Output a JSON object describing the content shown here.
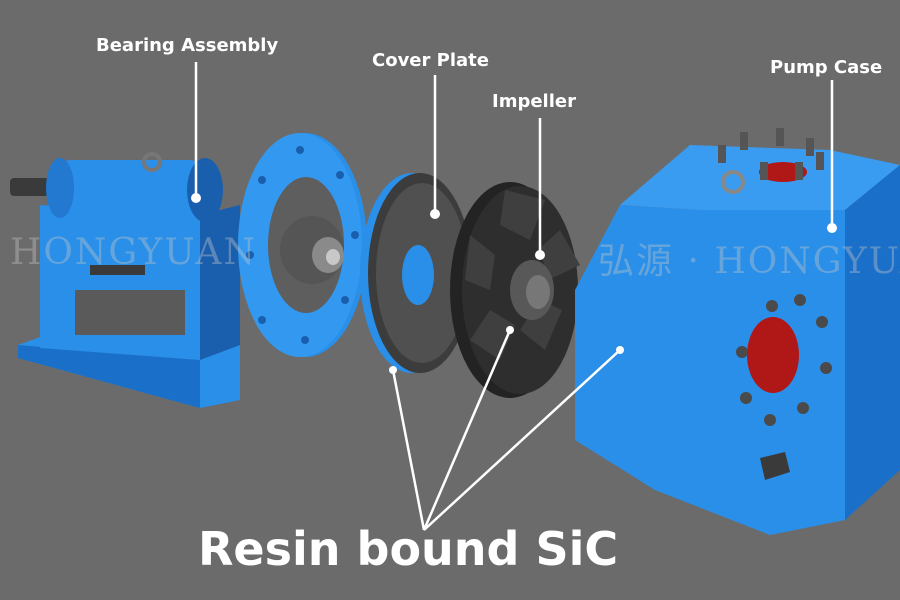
{
  "labels": {
    "bearing_assembly": "Bearing Assembly",
    "cover_plate": "Cover Plate",
    "impeller": "Impeller",
    "pump_case": "Pump Case",
    "material": "Resin bound SiC"
  },
  "watermark": {
    "left_text": "HONGYUAN",
    "right_text": "弘源 · HONGYUA"
  },
  "colors": {
    "background": "#6b6b6b",
    "pump_blue": "#2a8fe8",
    "dark_blue": "#1a5fae",
    "rubber_black": "#2a2a2a",
    "steel_gray": "#8a8a8a",
    "red_port": "#b01818",
    "label_white": "#ffffff"
  }
}
